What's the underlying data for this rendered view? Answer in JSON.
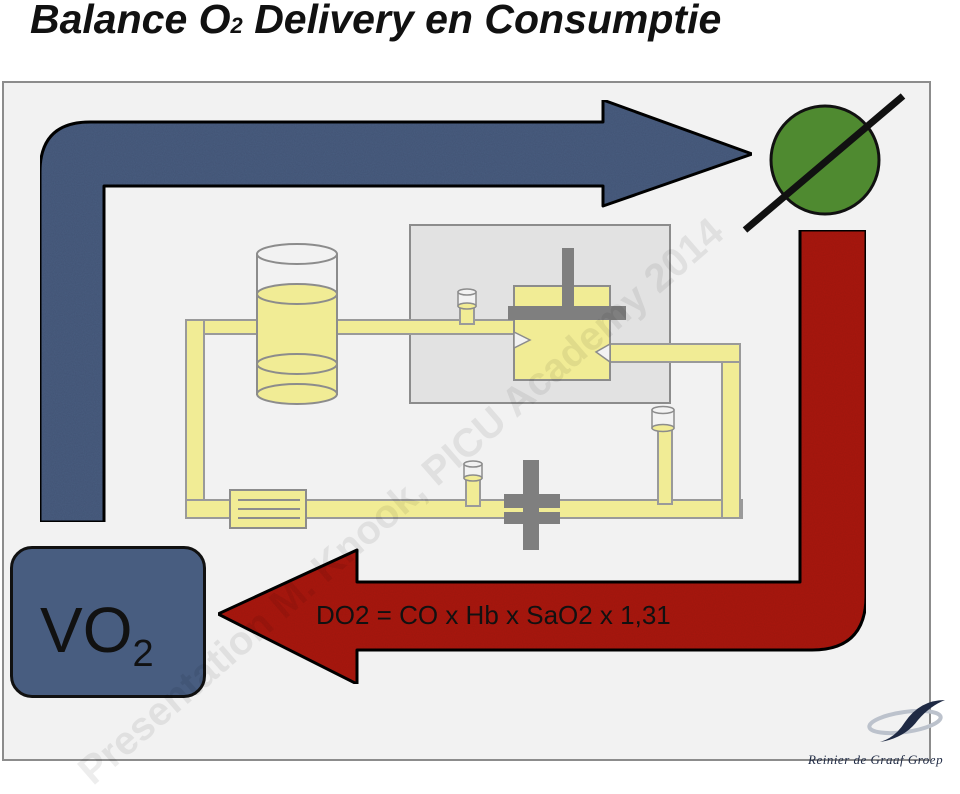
{
  "title": {
    "main": "Balance O",
    "sub": "2",
    "rest": " Delivery en Consumptie"
  },
  "vo2": {
    "main": "VO",
    "sub": "2"
  },
  "formula": "DO2 = CO x Hb x SaO2 x 1,31",
  "watermark": "Presentation M. Knook, PICU Academy 2014",
  "logo_text": "Reinier de Graaf  Groep",
  "colors": {
    "blue_arrow": "#485d80",
    "red_arrow": "#aa1d18",
    "green_circle": "#4f8a30",
    "fluid": "#f1ec95",
    "panel": "#f2f2f2"
  }
}
